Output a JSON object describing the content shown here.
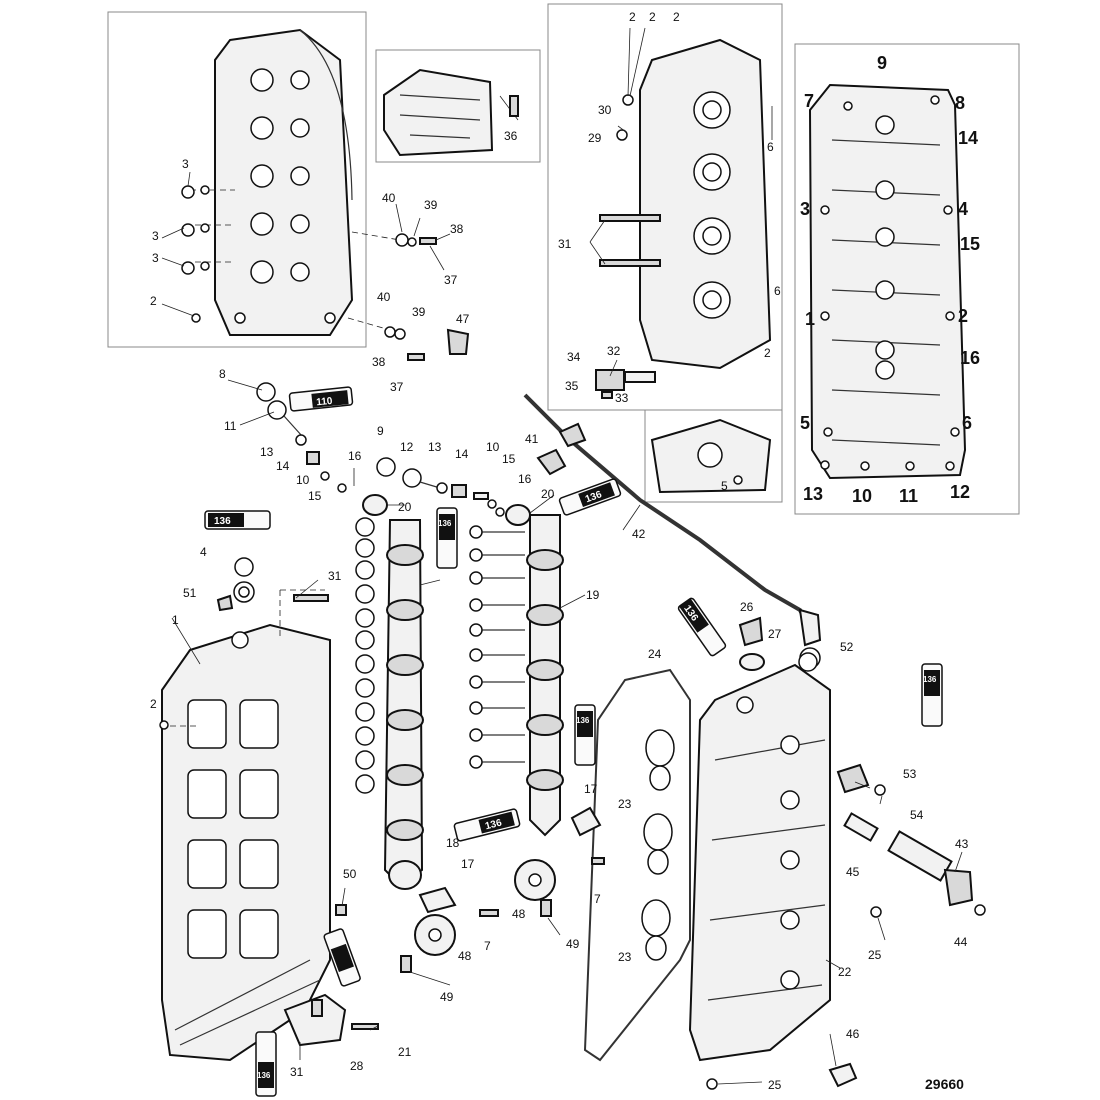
{
  "figure_number": "29660",
  "sealant_code": "136",
  "lube_code": "110",
  "callouts": [
    {
      "id": "c1",
      "text": "3"
    },
    {
      "id": "c2",
      "text": "3"
    },
    {
      "id": "c3",
      "text": "3"
    },
    {
      "id": "c4",
      "text": "2"
    },
    {
      "id": "c5",
      "text": "40"
    },
    {
      "id": "c6",
      "text": "39"
    },
    {
      "id": "c7",
      "text": "38"
    },
    {
      "id": "c8",
      "text": "37"
    },
    {
      "id": "c9",
      "text": "40"
    },
    {
      "id": "c10",
      "text": "39"
    },
    {
      "id": "c11",
      "text": "38"
    },
    {
      "id": "c12",
      "text": "37"
    },
    {
      "id": "c13",
      "text": "47"
    },
    {
      "id": "c14",
      "text": "36"
    },
    {
      "id": "c15",
      "text": "2"
    },
    {
      "id": "c16",
      "text": "2"
    },
    {
      "id": "c17",
      "text": "2"
    },
    {
      "id": "c18",
      "text": "30"
    },
    {
      "id": "c19",
      "text": "29"
    },
    {
      "id": "c20",
      "text": "6"
    },
    {
      "id": "c21",
      "text": "31"
    },
    {
      "id": "c22",
      "text": "6"
    },
    {
      "id": "c23",
      "text": "2"
    },
    {
      "id": "c24",
      "text": "34"
    },
    {
      "id": "c25",
      "text": "32"
    },
    {
      "id": "c26",
      "text": "35"
    },
    {
      "id": "c27",
      "text": "33"
    },
    {
      "id": "c28",
      "text": "5"
    },
    {
      "id": "c29",
      "text": "8"
    },
    {
      "id": "c30",
      "text": "11"
    },
    {
      "id": "c31",
      "text": "13"
    },
    {
      "id": "c32",
      "text": "14"
    },
    {
      "id": "c33",
      "text": "10"
    },
    {
      "id": "c34",
      "text": "15"
    },
    {
      "id": "c35",
      "text": "16"
    },
    {
      "id": "c36",
      "text": "9"
    },
    {
      "id": "c37",
      "text": "12"
    },
    {
      "id": "c38",
      "text": "13"
    },
    {
      "id": "c39",
      "text": "14"
    },
    {
      "id": "c40",
      "text": "10"
    },
    {
      "id": "c41",
      "text": "15"
    },
    {
      "id": "c42",
      "text": "16"
    },
    {
      "id": "c43",
      "text": "41"
    },
    {
      "id": "c44",
      "text": "20"
    },
    {
      "id": "c45",
      "text": "20"
    },
    {
      "id": "c46",
      "text": "42"
    },
    {
      "id": "c47",
      "text": "4"
    },
    {
      "id": "c48",
      "text": "31"
    },
    {
      "id": "c49",
      "text": "51"
    },
    {
      "id": "c50",
      "text": "1"
    },
    {
      "id": "c51",
      "text": "2"
    },
    {
      "id": "c52",
      "text": "19"
    },
    {
      "id": "c53",
      "text": "26"
    },
    {
      "id": "c54",
      "text": "27"
    },
    {
      "id": "c55",
      "text": "24"
    },
    {
      "id": "c56",
      "text": "52"
    },
    {
      "id": "c57",
      "text": "53"
    },
    {
      "id": "c58",
      "text": "54"
    },
    {
      "id": "c59",
      "text": "43"
    },
    {
      "id": "c60",
      "text": "45"
    },
    {
      "id": "c61",
      "text": "44"
    },
    {
      "id": "c62",
      "text": "25"
    },
    {
      "id": "c63",
      "text": "22"
    },
    {
      "id": "c64",
      "text": "46"
    },
    {
      "id": "c65",
      "text": "25"
    },
    {
      "id": "c66",
      "text": "23"
    },
    {
      "id": "c67",
      "text": "23"
    },
    {
      "id": "c68",
      "text": "17"
    },
    {
      "id": "c69",
      "text": "18"
    },
    {
      "id": "c70",
      "text": "17"
    },
    {
      "id": "c71",
      "text": "7"
    },
    {
      "id": "c72",
      "text": "7"
    },
    {
      "id": "c73",
      "text": "48"
    },
    {
      "id": "c74",
      "text": "48"
    },
    {
      "id": "c75",
      "text": "49"
    },
    {
      "id": "c76",
      "text": "49"
    },
    {
      "id": "c77",
      "text": "50"
    },
    {
      "id": "c78",
      "text": "21"
    },
    {
      "id": "c79",
      "text": "28"
    },
    {
      "id": "c80",
      "text": "31"
    }
  ],
  "torque_sequence": [
    {
      "id": "t9",
      "text": "9"
    },
    {
      "id": "t7",
      "text": "7"
    },
    {
      "id": "t8",
      "text": "8"
    },
    {
      "id": "t14",
      "text": "14"
    },
    {
      "id": "t3",
      "text": "3"
    },
    {
      "id": "t4",
      "text": "4"
    },
    {
      "id": "t15",
      "text": "15"
    },
    {
      "id": "t1",
      "text": "1"
    },
    {
      "id": "t2",
      "text": "2"
    },
    {
      "id": "t16",
      "text": "16"
    },
    {
      "id": "t5",
      "text": "5"
    },
    {
      "id": "t6",
      "text": "6"
    },
    {
      "id": "t13",
      "text": "13"
    },
    {
      "id": "t10",
      "text": "10"
    },
    {
      "id": "t11",
      "text": "11"
    },
    {
      "id": "t12",
      "text": "12"
    }
  ]
}
